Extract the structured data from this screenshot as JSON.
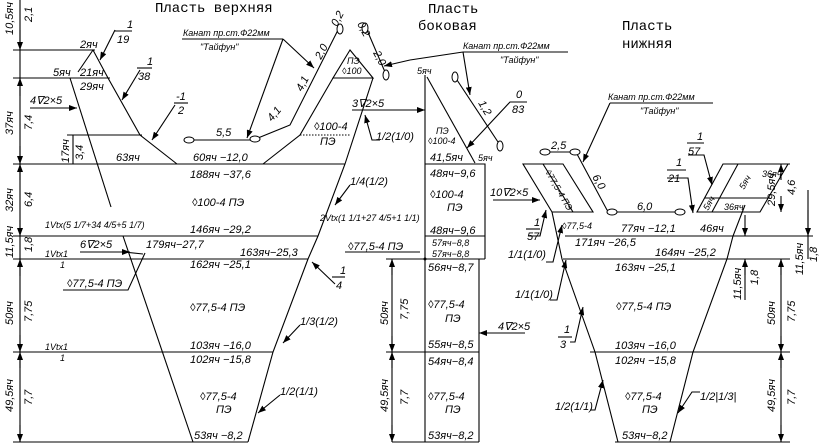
{
  "titles": {
    "upper": "Пласть верхняя",
    "side_1": "Пласть",
    "side_2": "боковая",
    "lower_1": "Пласть",
    "lower_2": "нижняя"
  },
  "rope": {
    "label": "Канат пр.ст.Ф22мм",
    "brand": "\"Тайфун\""
  },
  "dims_left": [
    "10,5яч",
    "2,1",
    "37яч",
    "7,4",
    "17яч",
    "3,4",
    "32яч",
    "6,4",
    "11,5яч",
    "1,8",
    "50яч",
    "7,75",
    "49,5яч",
    "7,7"
  ],
  "upper": {
    "wing": [
      "2яч",
      "5яч",
      "21яч",
      "29яч",
      "63яч"
    ],
    "fractions": {
      "f19": [
        "1",
        "19"
      ],
      "f38": [
        "1",
        "38"
      ],
      "fm12": [
        "-1",
        "2"
      ],
      "f14": [
        "1",
        "4"
      ]
    },
    "compound": [
      "1/2(1/0)",
      "1/4(1/2)",
      "1/3(1/2)",
      "1/2(1/1)"
    ],
    "rigging": [
      "4∇2×5",
      "1Vtx(5 1/7+34 4/5+5 1/7)",
      "6∇2×5",
      "1Vtx1",
      "1",
      "1Vtx1",
      "1"
    ],
    "rows": [
      "60яч −12,0",
      "188яч −37,6",
      "◊100-4 ПЭ",
      "146яч −29,2",
      "179яч−27,7",
      "163яч−25,3",
      "162яч −25,1",
      "◊77,5-4 ПЭ",
      "103яч −16,0",
      "102яч −15,8",
      "◊77,5-4",
      "ПЭ",
      "53яч −8,2"
    ],
    "side_mat": "◊77,5-4 ПЭ",
    "top_mat": [
      "ПЭ",
      "◊100"
    ],
    "mid_mat": [
      "◊100-4",
      "ПЭ"
    ],
    "rope_lengths": [
      "5,5",
      "4,1",
      "4,1",
      "2,0",
      "0,2",
      "0,2",
      "2,0"
    ]
  },
  "side": {
    "top": [
      "5яч",
      "ПЭ",
      "◊100-4",
      "41,5яч",
      "5яч"
    ],
    "rigging": [
      "3∇2×5",
      "2Vtx(1 1/1+27 4/5+1 1/1)",
      "◊77,5-4 ПЭ",
      "4∇2×5"
    ],
    "rows": [
      "48яч−9,6",
      "◊100-4",
      "ПЭ",
      "48яч−9,6",
      "57яч−8,8",
      "57яч−8,8",
      "56яч−8,7",
      "◊77,5-4",
      "ПЭ",
      "55яч−8,5",
      "54яч−8,4",
      "◊77,5-4",
      "ПЭ",
      "53яч−8,2"
    ],
    "dims": [
      "50яч",
      "7,75",
      "49,5яч",
      "7,7"
    ],
    "fraction": [
      "0",
      "83"
    ],
    "rope_length": "1,2"
  },
  "lower": {
    "rigging": [
      "10∇2×5"
    ],
    "fractions": {
      "f57a": [
        "1",
        "57"
      ],
      "f57b": [
        "1",
        "57"
      ],
      "f21": [
        "1",
        "21"
      ],
      "f13": [
        "1",
        "3"
      ]
    },
    "compound": [
      "1/1(1/0)",
      "1/1(1/0)",
      "1/2(1/1)",
      "1/2|1/3|"
    ],
    "wing": [
      "◊77,5-4 ПЭ",
      "◊77,5-4",
      "5яч",
      "36яч",
      "5яч",
      "36яч"
    ],
    "rows": [
      "77яч −12,1",
      "46яч",
      "171яч −26,5",
      "164яч −25,2",
      "163яч −25,1",
      "◊77,5-4 ПЭ",
      "103яч −16,0",
      "102яч −15,8",
      "◊77,5-4",
      "ПЭ",
      "53яч−8,2"
    ],
    "dims": [
      "29,5яч",
      "4,6",
      "11,5яч",
      "1,8",
      "11,5яч",
      "1,8",
      "50яч",
      "7,75",
      "49,5яч",
      "7,7"
    ],
    "rope_lengths": [
      "2,5",
      "6,0",
      "6,0"
    ]
  }
}
